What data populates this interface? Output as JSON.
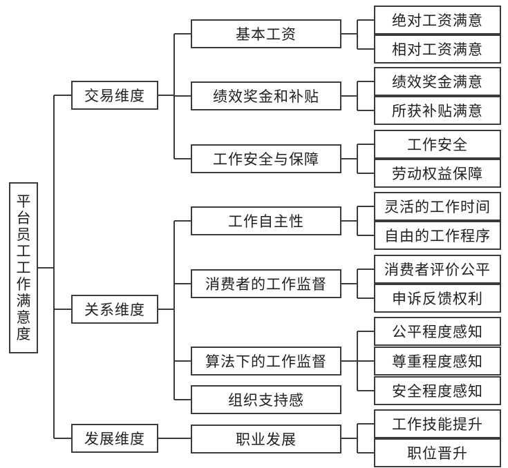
{
  "root": {
    "label": "平台员工工作满意度"
  },
  "dimensions": [
    {
      "label": "交易维度",
      "factors": [
        {
          "label": "基本工资",
          "items": [
            "绝对工资满意",
            "相对工资满意"
          ]
        },
        {
          "label": "绩效奖金和补贴",
          "items": [
            "绩效奖金满意",
            "所获补贴满意"
          ]
        },
        {
          "label": "工作安全与保障",
          "items": [
            "工作安全",
            "劳动权益保障"
          ]
        }
      ]
    },
    {
      "label": "关系维度",
      "factors": [
        {
          "label": "工作自主性",
          "items": [
            "灵活的工作时间",
            "自由的工作程序"
          ]
        },
        {
          "label": "消费者的工作监督",
          "items": [
            "消费者评价公平",
            "申诉反馈权利"
          ]
        },
        {
          "label": "算法下的工作监督",
          "items": [
            "公平程度感知",
            "尊重程度感知",
            "安全程度感知"
          ]
        },
        {
          "label": "组织支持感",
          "items": []
        }
      ]
    },
    {
      "label": "发展维度",
      "factors": [
        {
          "label": "职业发展",
          "items": [
            "工作技能提升",
            "职位晋升"
          ]
        }
      ]
    }
  ]
}
